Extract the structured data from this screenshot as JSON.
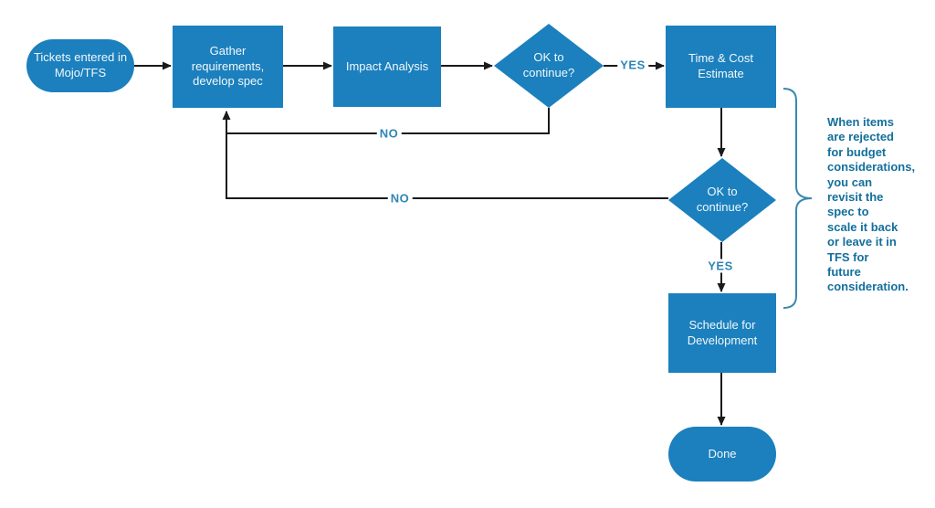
{
  "diagram": {
    "nodes": [
      {
        "id": "start",
        "type": "terminator",
        "label": "Tickets entered in\nMojo/TFS"
      },
      {
        "id": "gather",
        "type": "process",
        "label": "Gather\nrequirements,\ndevelop spec"
      },
      {
        "id": "impact",
        "type": "process",
        "label": "Impact Analysis"
      },
      {
        "id": "decision1",
        "type": "decision",
        "label": "OK to\ncontinue?"
      },
      {
        "id": "estimate",
        "type": "process",
        "label": "Time & Cost\nEstimate"
      },
      {
        "id": "decision2",
        "type": "decision",
        "label": "OK to\ncontinue?"
      },
      {
        "id": "schedule",
        "type": "process",
        "label": "Schedule for\nDevelopment"
      },
      {
        "id": "done",
        "type": "terminator",
        "label": "Done"
      }
    ],
    "edge_labels": {
      "yes1": "YES",
      "no1": "NO",
      "no2": "NO",
      "yes2": "YES"
    },
    "note": "When items\nare rejected\nfor budget\nconsiderations,\nyou can\nrevisit the\nspec to\nscale it back\nor leave it in\nTFS for\nfuture\nconsideration.",
    "colors": {
      "shape_fill": "#1b80bd",
      "shape_text": "#f2f7fa",
      "connector": "#1a1a1a",
      "edge_label_text": "#2f86b7",
      "note_text": "#136f9b",
      "brace": "#3a89ae"
    }
  }
}
